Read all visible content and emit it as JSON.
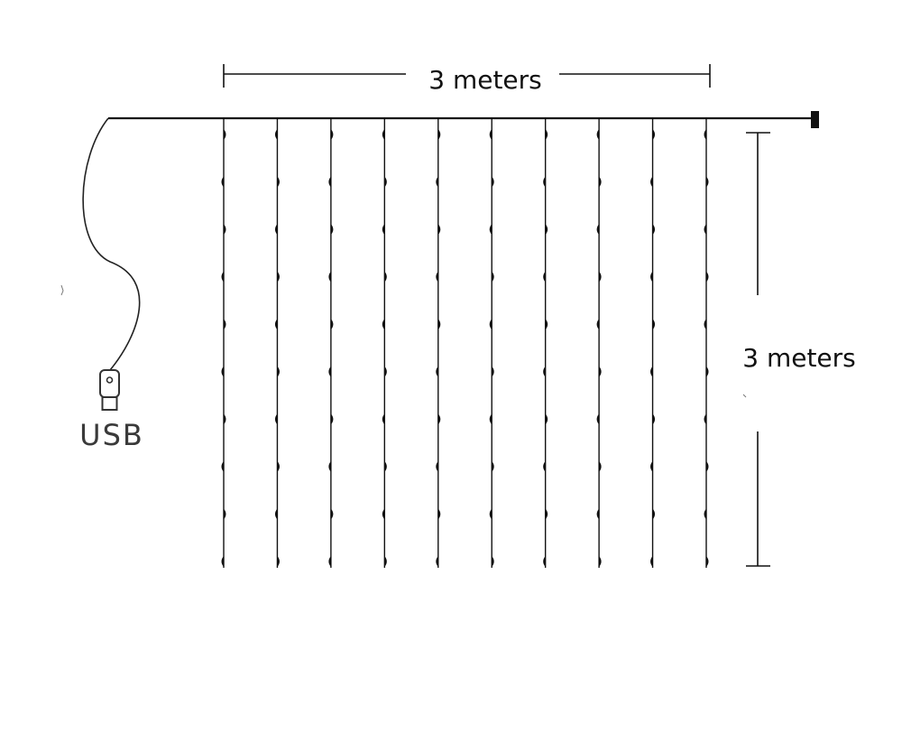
{
  "labels": {
    "width_dimension": "3 meters",
    "height_dimension": "3 meters",
    "connector": "USB"
  },
  "diagram": {
    "strand_count": 10,
    "bulbs_per_strand": 10,
    "colors": {
      "wire": "#111111",
      "background": "#ffffff",
      "usb_text": "#3a3a3a"
    },
    "icons": [
      "usb-plug-icon",
      "end-cap-icon"
    ]
  }
}
